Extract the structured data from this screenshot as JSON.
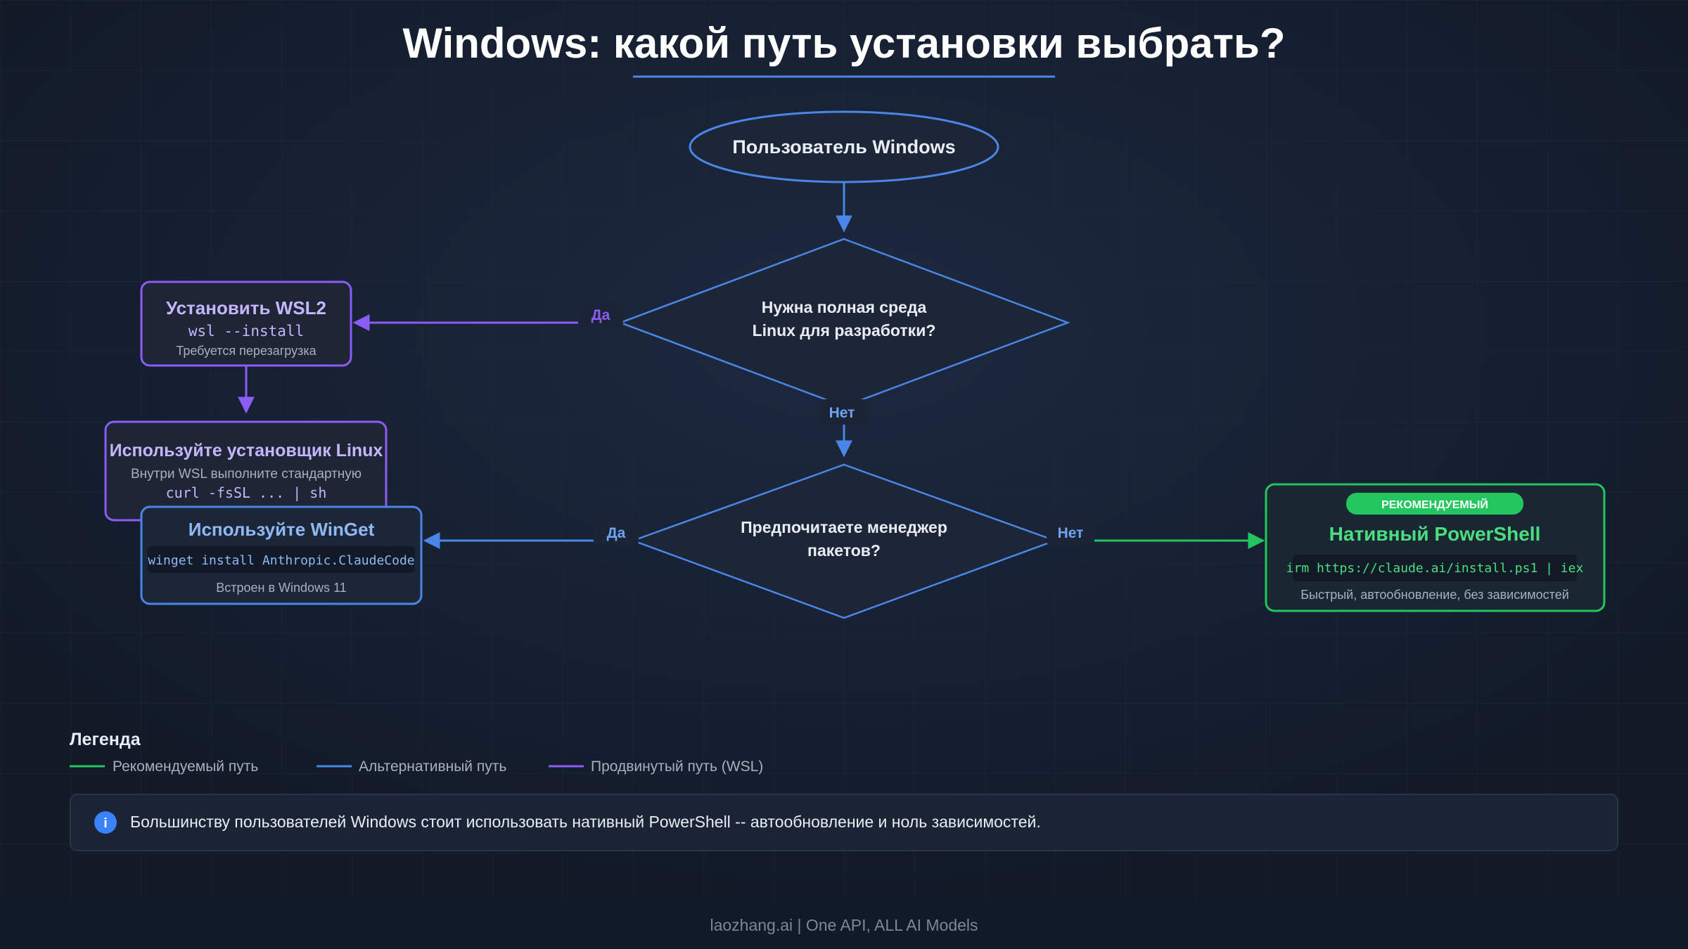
{
  "title": "Windows: какой путь установки выбрать?",
  "colors": {
    "background": "#141d2c",
    "node_fill": "#1c2637",
    "blue": "#4a86e8",
    "purple": "#8b5cf6",
    "green": "#22c55e",
    "text": "#e8edf5",
    "muted": "#a7b0bf"
  },
  "nodes": {
    "start": {
      "label": "Пользователь Windows"
    },
    "decision1": {
      "line1": "Нужна полная среда",
      "line2": "Linux для разработки?"
    },
    "decision2": {
      "line1": "Предпочитаете менеджер",
      "line2": "пакетов?"
    },
    "wsl2": {
      "title": "Установить WSL2",
      "command": "wsl --install",
      "note": "Требуется перезагрузка"
    },
    "linux_installer": {
      "title": "Используйте установщик Linux",
      "subtitle": "Внутри WSL выполните стандартную",
      "command": "curl -fsSL ... | sh"
    },
    "winget": {
      "title": "Используйте WinGet",
      "command": "winget install Anthropic.ClaudeCode",
      "note": "Встроен в Windows 11"
    },
    "powershell": {
      "badge": "РЕКОМЕНДУЕМЫЙ",
      "title": "Нативный PowerShell",
      "command": "irm https://claude.ai/install.ps1 | iex",
      "note": "Быстрый, автообновление, без зависимостей"
    }
  },
  "edge_labels": {
    "d1_yes": "Да",
    "d1_no": "Нет",
    "d2_yes": "Да",
    "d2_no": "Нет"
  },
  "legend": {
    "title": "Легенда",
    "items": [
      {
        "label": "Рекомендуемый путь",
        "color": "#22c55e"
      },
      {
        "label": "Альтернативный путь",
        "color": "#4a86e8"
      },
      {
        "label": "Продвинутый путь (WSL)",
        "color": "#8b5cf6"
      }
    ]
  },
  "info": {
    "icon": "info-icon",
    "icon_glyph": "i",
    "text": "Большинству пользователей Windows стоит использовать нативный PowerShell -- автообновление и ноль зависимостей."
  },
  "footer": {
    "text": "laozhang.ai | One API, ALL AI Models"
  }
}
